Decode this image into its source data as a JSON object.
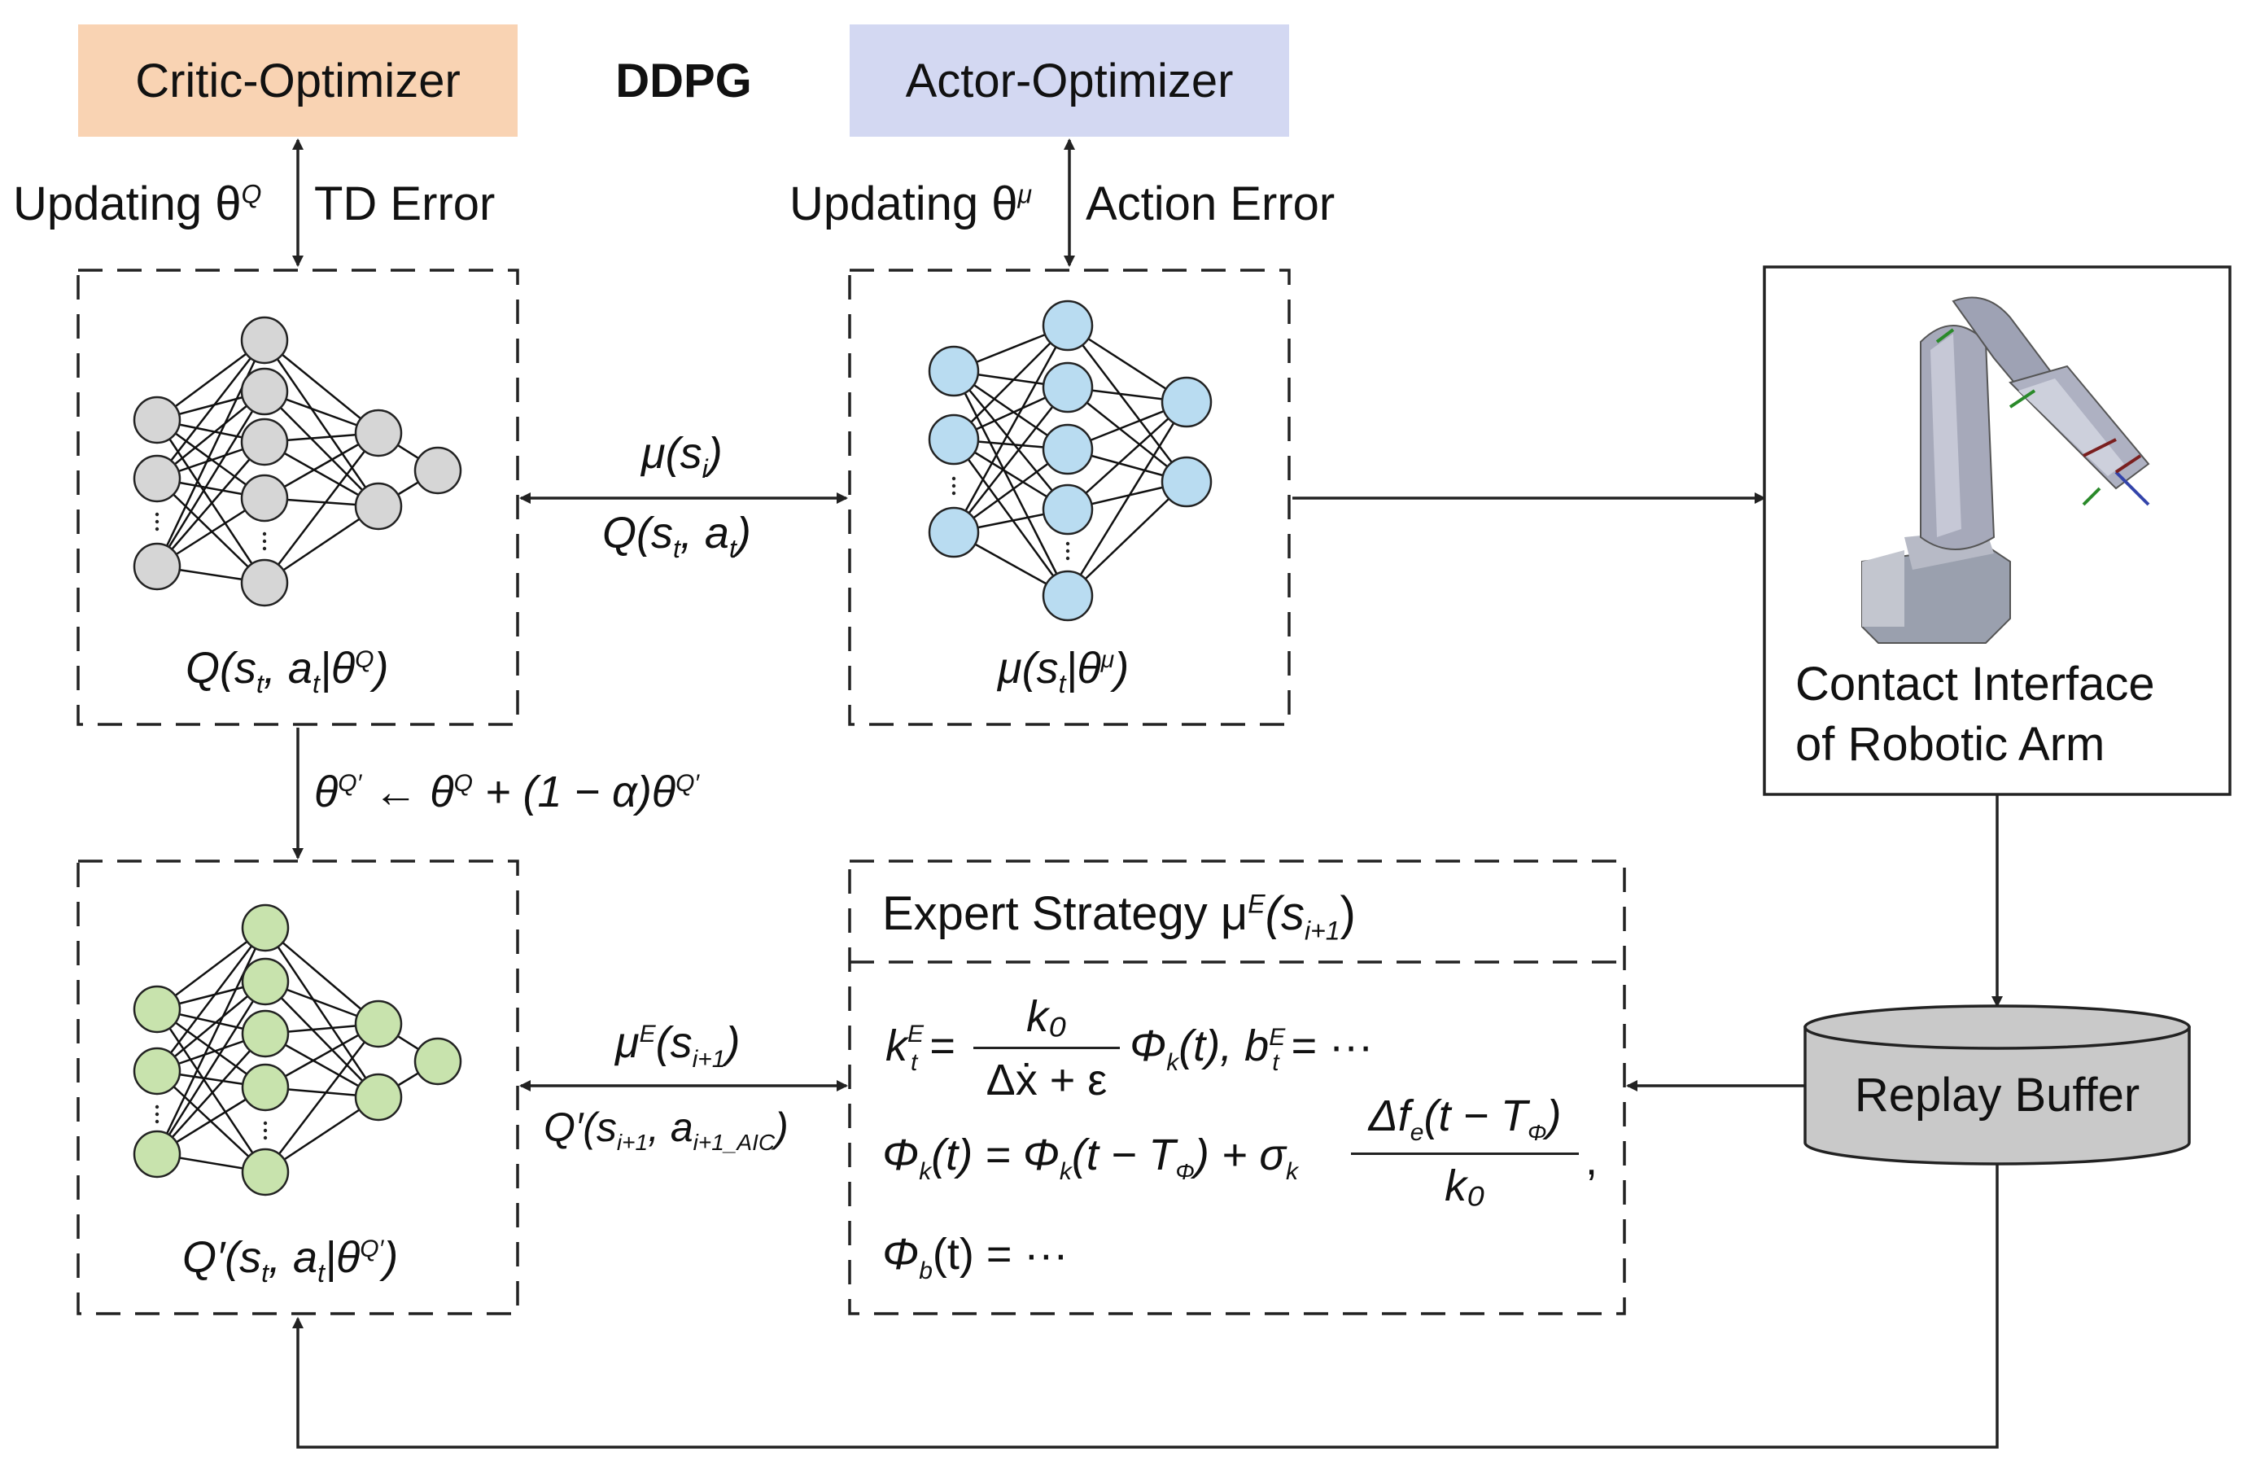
{
  "header": {
    "critic_optimizer": "Critic-Optimizer",
    "ddpg": "DDPG",
    "actor_optimizer": "Actor-Optimizer"
  },
  "critic_update": {
    "left": "Updating θ",
    "left_sup": "Q",
    "right": "TD Error"
  },
  "actor_update": {
    "left": "Updating θ",
    "left_sup": "μ",
    "right": "Action Error"
  },
  "critic_net": {
    "label": "Q(s",
    "label_sub": "t",
    "label_mid": ", a",
    "label_sub2": "t",
    "label_bar": "|θ",
    "label_sup": "Q",
    "label_end": ")"
  },
  "actor_net": {
    "label": "μ(s",
    "label_sub": "t",
    "label_bar": "|θ",
    "label_sup": "μ",
    "label_end": ")"
  },
  "target_net": {
    "label": "Q′(s",
    "label_sub": "t",
    "label_mid": ", a",
    "label_sub2": "t",
    "label_bar": "|θ",
    "label_sup": "Q′",
    "label_end": ")"
  },
  "mid_top": {
    "top": "μ(s",
    "top_sub": "i",
    "top_end": ")",
    "bottom": "Q(s",
    "bottom_sub": "t",
    "bottom_mid": ", a",
    "bottom_sub2": "t",
    "bottom_end": ")"
  },
  "mid_bottom": {
    "top": "μ",
    "top_sup": "E",
    "top_mid": "(s",
    "top_sub": "i+1",
    "top_end": ")",
    "bottom": "Q′(s",
    "bottom_sub": "i+1",
    "bottom_mid": ", a",
    "bottom_sub2": "i+1_AIC",
    "bottom_end": ")"
  },
  "soft_update": {
    "text1": "θ",
    "sup1": "Q′",
    "text2": " ← θ",
    "sup2": "Q",
    "text3": " + (1 − α)θ",
    "sup3": "Q′"
  },
  "robot": {
    "line1": "Contact Interface",
    "line2": "of Robotic Arm"
  },
  "replay_buffer": "Replay Buffer",
  "expert": {
    "title": "Expert Strategy μ",
    "title_sup": "E",
    "title_mid": "(s",
    "title_sub": "i+1",
    "title_end": ")",
    "eq1_lhs": "k",
    "eq1_sup": "E",
    "eq1_sub": "t",
    "eq1_eq": " =",
    "eq1_num": "k₀",
    "eq1_den": "Δẋ + ε",
    "eq1_rest": "Φ",
    "eq1_rest_sub": "k",
    "eq1_rest2": "(t), b",
    "eq1_rest_sup": "E",
    "eq1_rest_sub2": "t",
    "eq1_rest3": " = ···",
    "eq2_lhs": "Φ",
    "eq2_lhs_sub": "k",
    "eq2_mid": "(t) = Φ",
    "eq2_mid_sub": "k",
    "eq2_mid2": "(t − T",
    "eq2_mid_sub2": "Φ",
    "eq2_mid3": ") + σ",
    "eq2_mid_sub3": "k",
    "eq2_num": "Δf",
    "eq2_num_sub": "e",
    "eq2_num2": "(t − T",
    "eq2_num_sub2": "Φ",
    "eq2_num3": ")",
    "eq2_den": "k₀",
    "eq2_comma": ",",
    "eq3_lhs": "Φ",
    "eq3_sub": "b",
    "eq3_rest": "(t) = ···"
  },
  "colors": {
    "critic_fill": "#f9d3b3",
    "actor_fill": "#d3d8f2",
    "critic_node": "#d6d6d6",
    "actor_node": "#b9dcf1",
    "target_node": "#c8e3ad",
    "buffer_fill": "#c9c9c9"
  }
}
